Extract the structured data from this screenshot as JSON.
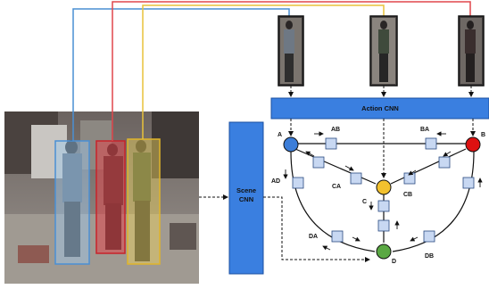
{
  "cnn": {
    "action_label": "Action CNN",
    "scene_label_line1": "Scene",
    "scene_label_line2": "CNN"
  },
  "nodes": {
    "A": {
      "label": "A",
      "color": "#3b7dd8"
    },
    "B": {
      "label": "B",
      "color": "#dd1111"
    },
    "C": {
      "label": "C",
      "color": "#f2c12e"
    },
    "D": {
      "label": "D",
      "color": "#5aa843"
    }
  },
  "edge_labels": [
    "AB",
    "BA",
    "AD",
    "CA",
    "CB",
    "DA",
    "DB"
  ],
  "person_colors": {
    "blue": "#4a8fd4",
    "red": "#e0474c",
    "yellow": "#e8c23a"
  },
  "colors": {
    "cnn_fill": "#3a7fe0",
    "edge_box": "#c8d8f2"
  }
}
